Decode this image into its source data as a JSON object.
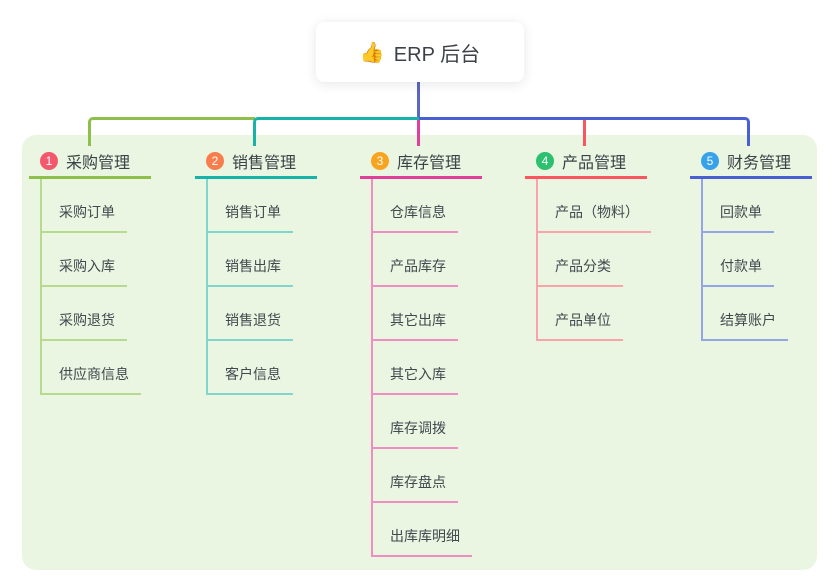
{
  "root": {
    "icon": "👍",
    "label": "ERP 后台"
  },
  "colors": {
    "panel_bg": "#eaf6e2",
    "root_line": "#5b68c2",
    "header_text": "#3c4147",
    "child_text": "#43484e"
  },
  "branches": [
    {
      "index": "1",
      "label": "采购管理",
      "badge_color": "#f4586d",
      "line_color": "#8fbf4b",
      "child_line_color": "#b8da8e",
      "children": [
        "采购订单",
        "采购入库",
        "采购退货",
        "供应商信息"
      ]
    },
    {
      "index": "2",
      "label": "销售管理",
      "badge_color": "#f87e4e",
      "line_color": "#17b3a9",
      "child_line_color": "#82d5cd",
      "children": [
        "销售订单",
        "销售出库",
        "销售退货",
        "客户信息"
      ]
    },
    {
      "index": "3",
      "label": "库存管理",
      "badge_color": "#f8a41f",
      "line_color": "#e0409a",
      "child_line_color": "#f08ec4",
      "children": [
        "仓库信息",
        "产品库存",
        "其它出库",
        "其它入库",
        "库存调拨",
        "库存盘点",
        "出库库明细"
      ]
    },
    {
      "index": "4",
      "label": "产品管理",
      "badge_color": "#2cc06f",
      "line_color": "#fb5560",
      "child_line_color": "#fba3ab",
      "children": [
        "产品（物料）",
        "产品分类",
        "产品单位"
      ]
    },
    {
      "index": "5",
      "label": "财务管理",
      "badge_color": "#36a2e9",
      "line_color": "#4a5fd4",
      "child_line_color": "#93a6e3",
      "children": [
        "回款单",
        "付款单",
        "结算账户"
      ]
    }
  ]
}
